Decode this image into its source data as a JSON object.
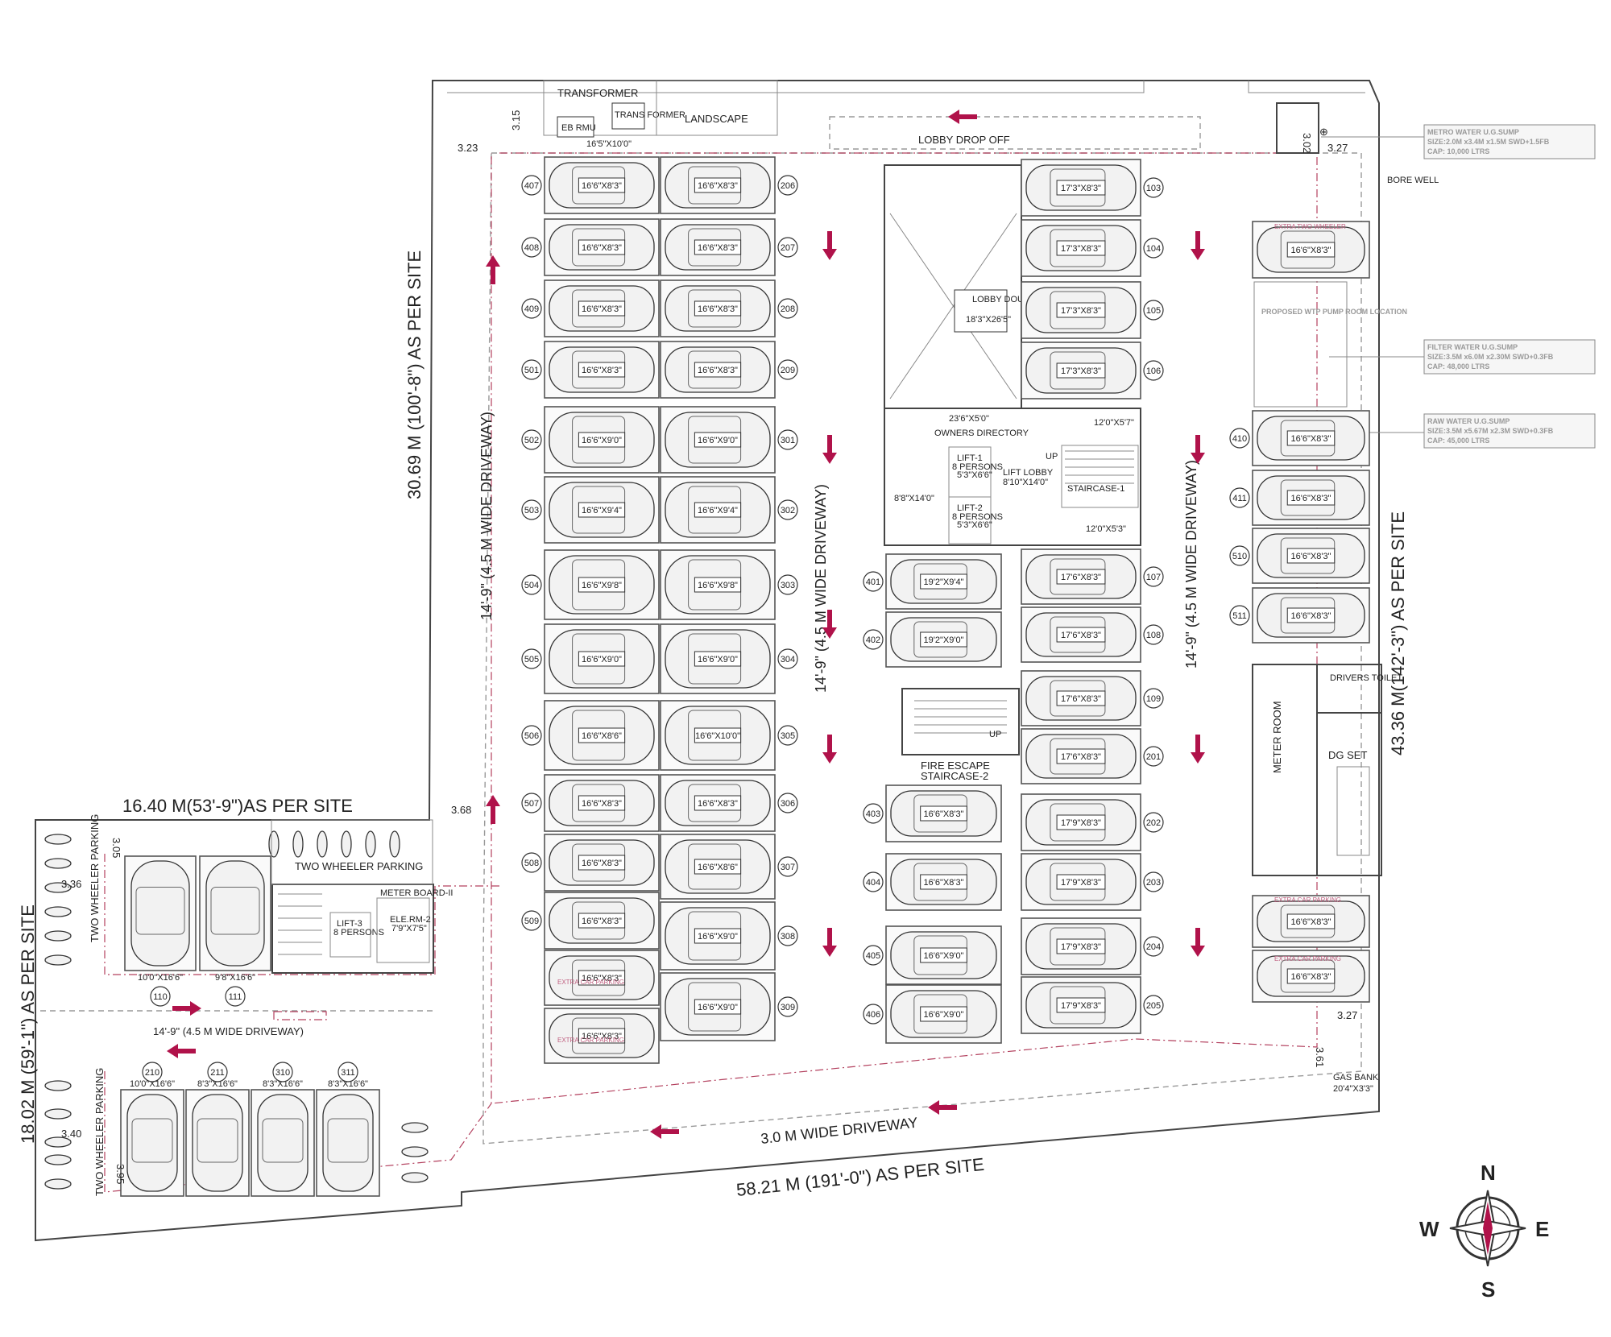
{
  "site": {
    "dim_north": "30.69 M (100'-8\") AS PER SITE",
    "dim_east": "43.36 M(142'-3\") AS PER SITE",
    "dim_south": "58.21 M (191'-0\") AS PER SITE",
    "dim_west": "18.02 M (59'-1\")  AS PER SITE",
    "dim_top_left": "16.40 M(53'-9\")AS PER SITE"
  },
  "setbacks": {
    "s315": "3.15",
    "s323": "3.23",
    "s302": "3.02",
    "s327a": "3.27",
    "s327b": "3.27",
    "s368": "3.68",
    "s305": "3.05",
    "s336": "3.36",
    "s340": "3.40",
    "s395": "3.95",
    "s361": "3.61"
  },
  "labels": {
    "transformer": "TRANSFORMER",
    "eb_rmu": "EB RMU",
    "trans_former": "TRANS FORMER",
    "transformer_size": "16'5\"X10'0\"",
    "landscape": "LANDSCAPE",
    "lobby_drop_off": "LOBBY DROP OFF",
    "lobby": "LOBBY DOUBLE HT",
    "lobby_size": "18'3\"X26'5\"",
    "lobby_strip": "23'6\"X5'0\"",
    "owners_directory": "OWNERS DIRECTORY",
    "lift1": "LIFT-1",
    "lift1_cap": "8 PERSONS",
    "lift1_size": "5'3\"X6'6\"",
    "lift2": "LIFT-2",
    "lift2_cap": "8 PERSONS",
    "lift2_size": "5'3\"X6'6\"",
    "lift_lobby": "LIFT LOBBY",
    "lift_lobby_size": "8'10\"X14'0\"",
    "room_8x14": "8'8\"X14'0\"",
    "room_12x5_7": "12'0\"X5'7\"",
    "room_12x5_3": "12'0\"X5'3\"",
    "staircase1": "STAIRCASE-1",
    "up": "UP",
    "fire_escape": "FIRE ESCAPE",
    "staircase2": "STAIRCASE-2",
    "bore_well": "BORE WELL",
    "pump_room": "PROPOSED WTP PUMP ROOM LOCATION",
    "meter_room": "METER ROOM",
    "drivers_toilet": "DRIVERS TOILET",
    "dg_set": "DG SET",
    "gas_bank": "GAS BANK",
    "gas_bank_size": "20'4\"X3'3\"",
    "driveway_3m": "3.0 M WIDE DRIVEWAY",
    "driveway_4_5_left": "14'-9\" (4.5 M WIDE DRIVEWAY)",
    "driveway_4_5_mid": "14'-9\" (4.5 M WIDE DRIVEWAY)",
    "driveway_4_5_right": "14'-9\" (4.5 M WIDE DRIVEWAY)",
    "driveway_4_5_bottom": "14'-9\" (4.5 M WIDE DRIVEWAY)",
    "two_wheeler_top": "TWO WHEELER PARKING",
    "two_wheeler_left": "TWO WHEELER PARKING",
    "two_wheeler_bottom_left": "TWO WHEELER PARKING",
    "lift3": "LIFT-3",
    "lift3_cap": "8 PERSONS",
    "ele_rm": "ELE.RM-2",
    "ele_rm_size": "7'9\"X7'5\"",
    "meter_board": "METER BOARD-II",
    "extra_car_parking": "EXTRA CAR PARKING",
    "extra_two_wheeler": "EXTRA TWO WHEELER"
  },
  "notes": {
    "metro": [
      "METRO WATER U.G.SUMP",
      "SIZE:2.0M x3.4M x1.5M SWD+1.5FB",
      "CAP: 10,000 LTRS"
    ],
    "filter": [
      "FILTER WATER U.G.SUMP",
      "SIZE:3.5M x6.0M x2.30M SWD+0.3FB",
      "CAP: 48,000 LTRS"
    ],
    "raw": [
      "RAW WATER U.G.SUMP",
      "SIZE:3.5M x5.67M x2.3M SWD+0.3FB",
      "CAP: 45,000 LTRS"
    ]
  },
  "compass": {
    "n": "N",
    "s": "S",
    "e": "E",
    "w": "W"
  },
  "parking": {
    "col_a": [
      {
        "no": "407",
        "size": "16'6\"X8'3\""
      },
      {
        "no": "408",
        "size": "16'6\"X8'3\""
      },
      {
        "no": "409",
        "size": "16'6\"X8'3\""
      },
      {
        "no": "501",
        "size": "16'6\"X8'3\""
      },
      {
        "no": "502",
        "size": "16'6\"X9'0\""
      },
      {
        "no": "503",
        "size": "16'6\"X9'4\""
      },
      {
        "no": "504",
        "size": "16'6\"X9'8\""
      },
      {
        "no": "505",
        "size": "16'6\"X9'0\""
      },
      {
        "no": "506",
        "size": "16'6\"X8'6\""
      },
      {
        "no": "507",
        "size": "16'6\"X8'3\""
      },
      {
        "no": "508",
        "size": "16'6\"X8'3\""
      },
      {
        "no": "509",
        "size": "16'6\"X8'3\""
      },
      {
        "no": "",
        "size": "16'6\"X8'3\""
      },
      {
        "no": "",
        "size": "16'6\"X8'3\""
      }
    ],
    "col_b": [
      {
        "no": "206",
        "size": "16'6\"X8'3\""
      },
      {
        "no": "207",
        "size": "16'6\"X8'3\""
      },
      {
        "no": "208",
        "size": "16'6\"X8'3\""
      },
      {
        "no": "209",
        "size": "16'6\"X8'3\""
      },
      {
        "no": "301",
        "size": "16'6\"X9'0\""
      },
      {
        "no": "302",
        "size": "16'6\"X9'4\""
      },
      {
        "no": "303",
        "size": "16'6\"X9'8\""
      },
      {
        "no": "304",
        "size": "16'6\"X9'0\""
      },
      {
        "no": "305",
        "size": "16'6\"X10'0\""
      },
      {
        "no": "306",
        "size": "16'6\"X8'3\""
      },
      {
        "no": "307",
        "size": "16'6\"X8'6\""
      },
      {
        "no": "308",
        "size": "16'6\"X9'0\""
      },
      {
        "no": "309",
        "size": "16'6\"X9'0\""
      }
    ],
    "col_c": [
      {
        "no": "401",
        "size": "19'2\"X9'4\""
      },
      {
        "no": "402",
        "size": "19'2\"X9'0\""
      },
      {
        "no": "403",
        "size": "16'6\"X8'3\""
      },
      {
        "no": "404",
        "size": "16'6\"X8'3\""
      },
      {
        "no": "405",
        "size": "16'6\"X9'0\""
      },
      {
        "no": "406",
        "size": "16'6\"X9'0\""
      }
    ],
    "col_d": [
      {
        "no": "103",
        "size": "17'3\"X8'3\""
      },
      {
        "no": "104",
        "size": "17'3\"X8'3\""
      },
      {
        "no": "105",
        "size": "17'3\"X8'3\""
      },
      {
        "no": "106",
        "size": "17'3\"X8'3\""
      },
      {
        "no": "107",
        "size": "17'6\"X8'3\""
      },
      {
        "no": "108",
        "size": "17'6\"X8'3\""
      },
      {
        "no": "109",
        "size": "17'6\"X8'3\""
      },
      {
        "no": "201",
        "size": "17'6\"X8'3\""
      },
      {
        "no": "202",
        "size": "17'9\"X8'3\""
      },
      {
        "no": "203",
        "size": "17'9\"X8'3\""
      },
      {
        "no": "204",
        "size": "17'9\"X8'3\""
      },
      {
        "no": "205",
        "size": "17'9\"X8'3\""
      }
    ],
    "col_e": [
      {
        "no": "",
        "size": "16'6\"X8'3\""
      },
      {
        "no": "410",
        "size": "16'6\"X8'3\""
      },
      {
        "no": "411",
        "size": "16'6\"X8'3\""
      },
      {
        "no": "510",
        "size": "16'6\"X8'3\""
      },
      {
        "no": "511",
        "size": "16'6\"X8'3\""
      },
      {
        "no": "",
        "size": "16'6\"X8'3\""
      },
      {
        "no": "",
        "size": "16'6\"X8'3\""
      }
    ],
    "left_top": [
      {
        "no": "110",
        "size": "10'0\"X16'6\""
      },
      {
        "no": "111",
        "size": "9'8\"X16'6\""
      }
    ],
    "left_bottom": [
      {
        "no": "210",
        "size": "10'0\"X16'6\""
      },
      {
        "no": "211",
        "size": "8'3\"X16'6\""
      },
      {
        "no": "310",
        "size": "8'3\"X16'6\""
      },
      {
        "no": "311",
        "size": "8'3\"X16'6\""
      }
    ]
  },
  "colors": {
    "arrow": "#b0124a",
    "line_pink": "#b3405e",
    "wall": "#444444"
  }
}
